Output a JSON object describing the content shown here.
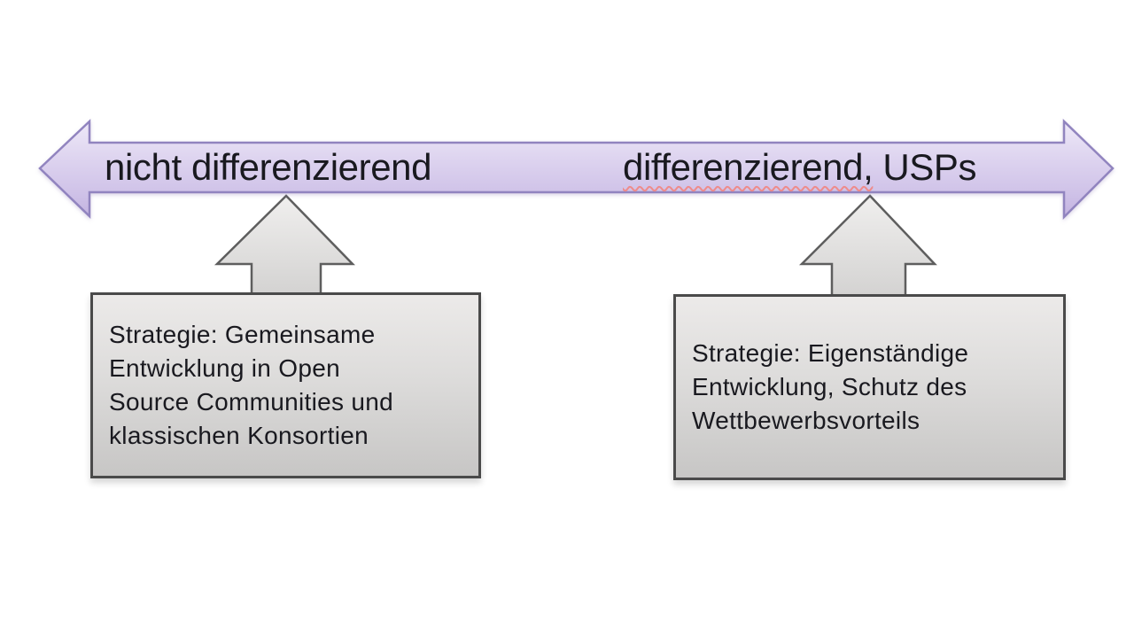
{
  "diagram": {
    "axis_arrow": {
      "description": "horizontal double-headed arrow spectrum",
      "left_label": "nicht differenzierend",
      "right_label_word": "differenzierend,",
      "right_label_suffix": "USPs"
    },
    "strategy_boxes": {
      "left": {
        "lines": [
          "Strategie: Gemeinsame",
          "Entwicklung in Open",
          "Source Communities und",
          "klassischen Konsortien"
        ]
      },
      "right": {
        "lines": [
          "Strategie: Eigenständige",
          "Entwicklung, Schutz des",
          "Wettbewerbsvorteils"
        ]
      }
    },
    "colors": {
      "axis_arrow_fill_top": "#eae4f6",
      "axis_arrow_fill_bottom": "#c2b2e0",
      "axis_arrow_border": "#9184bf",
      "block_arrow_fill_top": "#f0efee",
      "block_arrow_fill_bottom": "#d3d2d1",
      "block_arrow_border": "#5e5e5e",
      "box_fill_top": "#eceae9",
      "box_fill_bottom": "#c7c6c5",
      "box_border": "#4a4a4a",
      "text_color": "#19191f",
      "spellcheck_underline": "#ee8b8b",
      "background": "#ffffff"
    }
  }
}
